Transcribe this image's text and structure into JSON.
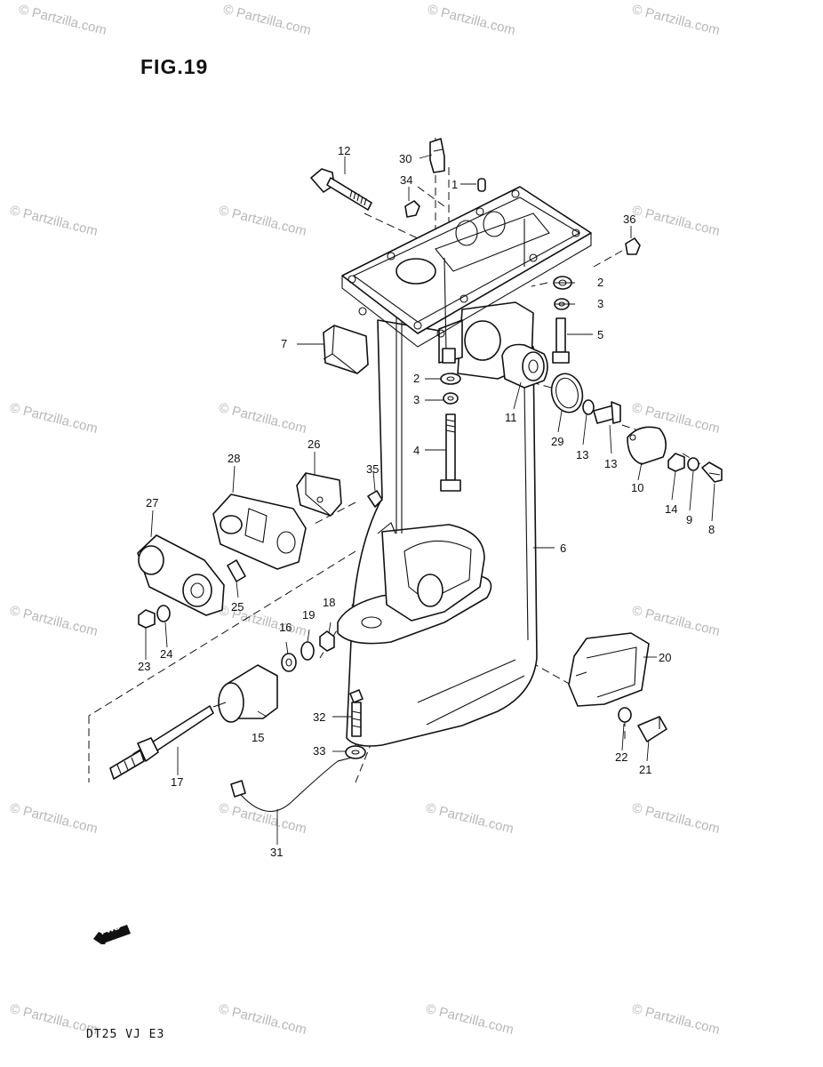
{
  "figure": {
    "title": "FIG.19",
    "model_code": "DT25 VJ E3"
  },
  "fwd_badge": {
    "label": "FWD",
    "icon": "fwd-arrow-icon"
  },
  "watermark": {
    "text": "© Partzilla.com",
    "color": "#b8b8b8"
  },
  "callouts": [
    {
      "id": "c12",
      "label": "12"
    },
    {
      "id": "c30",
      "label": "30"
    },
    {
      "id": "c34",
      "label": "34"
    },
    {
      "id": "c1",
      "label": "1"
    },
    {
      "id": "c36",
      "label": "36"
    },
    {
      "id": "c2r",
      "label": "2"
    },
    {
      "id": "c3r",
      "label": "3"
    },
    {
      "id": "c5",
      "label": "5"
    },
    {
      "id": "c7",
      "label": "7"
    },
    {
      "id": "c2l",
      "label": "2"
    },
    {
      "id": "c3l",
      "label": "3"
    },
    {
      "id": "c11",
      "label": "11"
    },
    {
      "id": "c29",
      "label": "29"
    },
    {
      "id": "c13a",
      "label": "13"
    },
    {
      "id": "c13b",
      "label": "13"
    },
    {
      "id": "c10",
      "label": "10"
    },
    {
      "id": "c14",
      "label": "14"
    },
    {
      "id": "c9",
      "label": "9"
    },
    {
      "id": "c8",
      "label": "8"
    },
    {
      "id": "c4",
      "label": "4"
    },
    {
      "id": "c28",
      "label": "28"
    },
    {
      "id": "c26",
      "label": "26"
    },
    {
      "id": "c35",
      "label": "35"
    },
    {
      "id": "c27",
      "label": "27"
    },
    {
      "id": "c6",
      "label": "6"
    },
    {
      "id": "c25",
      "label": "25"
    },
    {
      "id": "c18",
      "label": "18"
    },
    {
      "id": "c16",
      "label": "16"
    },
    {
      "id": "c19",
      "label": "19"
    },
    {
      "id": "c23",
      "label": "23"
    },
    {
      "id": "c24",
      "label": "24"
    },
    {
      "id": "c20",
      "label": "20"
    },
    {
      "id": "c15",
      "label": "15"
    },
    {
      "id": "c32",
      "label": "32"
    },
    {
      "id": "c17",
      "label": "17"
    },
    {
      "id": "c33",
      "label": "33"
    },
    {
      "id": "c22",
      "label": "22"
    },
    {
      "id": "c21",
      "label": "21"
    },
    {
      "id": "c31",
      "label": "31"
    }
  ]
}
